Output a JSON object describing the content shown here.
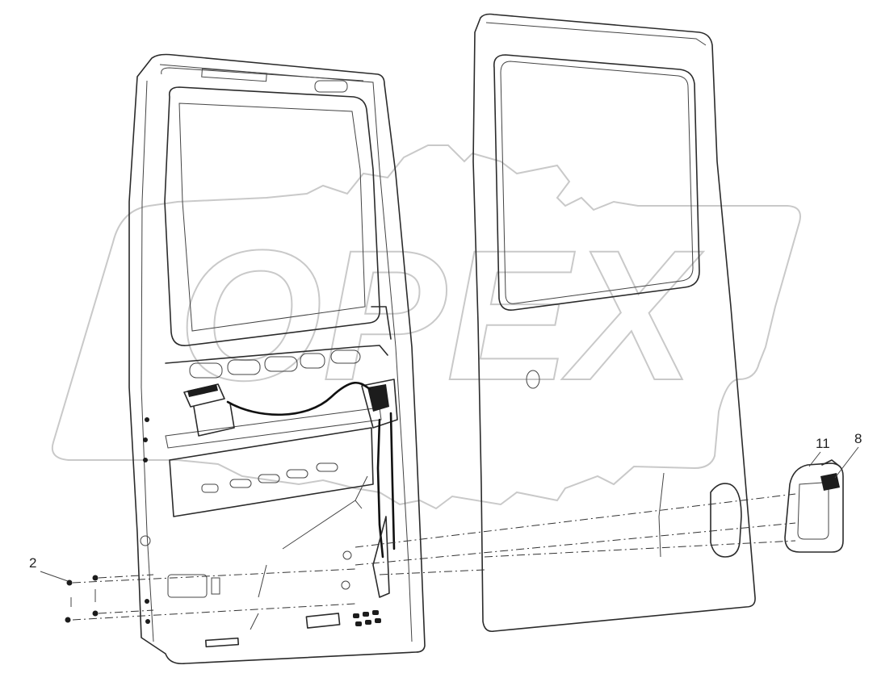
{
  "watermark": {
    "text": "OPEX",
    "color": "#c9c9c9"
  },
  "callouts": [
    {
      "id": "2",
      "label": "2"
    },
    {
      "id": "11",
      "label": "11"
    },
    {
      "id": "8",
      "label": "8"
    }
  ],
  "colors": {
    "line": "#2b2b2b",
    "background": "#ffffff"
  }
}
